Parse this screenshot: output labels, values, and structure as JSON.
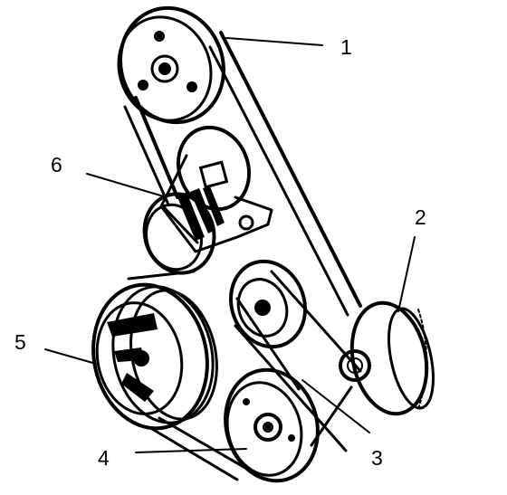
{
  "diagram": {
    "callouts": [
      {
        "id": "1",
        "label": "1"
      },
      {
        "id": "2",
        "label": "2"
      },
      {
        "id": "3",
        "label": "3"
      },
      {
        "id": "4",
        "label": "4"
      },
      {
        "id": "5",
        "label": "5"
      },
      {
        "id": "6",
        "label": "6"
      }
    ],
    "colors": {
      "ink": "#000000",
      "background": "#ffffff"
    }
  }
}
